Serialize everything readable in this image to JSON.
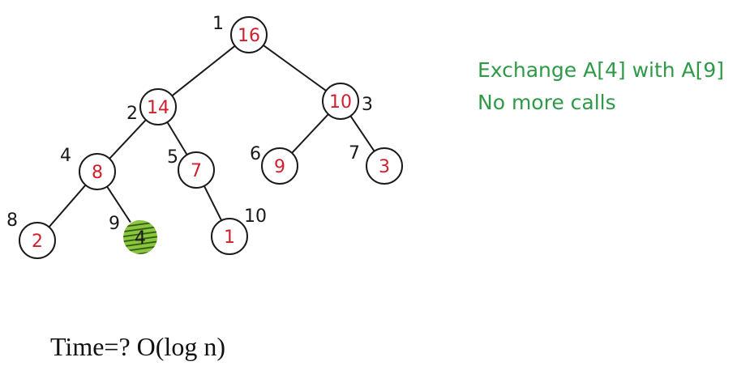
{
  "heap": {
    "nodes": [
      {
        "index": "1",
        "value": "16"
      },
      {
        "index": "2",
        "value": "14"
      },
      {
        "index": "3",
        "value": "10"
      },
      {
        "index": "4",
        "value": "8"
      },
      {
        "index": "5",
        "value": "7"
      },
      {
        "index": "6",
        "value": "9"
      },
      {
        "index": "7",
        "value": "3"
      },
      {
        "index": "8",
        "value": "2"
      },
      {
        "index": "9",
        "value": "4",
        "highlighted": true
      },
      {
        "index": "10",
        "value": "1"
      }
    ],
    "edges": [
      [
        1,
        2
      ],
      [
        1,
        3
      ],
      [
        2,
        4
      ],
      [
        2,
        5
      ],
      [
        3,
        6
      ],
      [
        3,
        7
      ],
      [
        4,
        8
      ],
      [
        4,
        9
      ],
      [
        5,
        10
      ]
    ]
  },
  "notes": {
    "line1": "Exchange A[4] with A[9]",
    "line2": "No more calls"
  },
  "caption": "Time=?  O(log n)",
  "colors": {
    "value_text": "#d0202e",
    "note_text": "#2e9a47",
    "highlight_fill": "#8cc63f",
    "highlight_stripe": "#2f5a12"
  }
}
